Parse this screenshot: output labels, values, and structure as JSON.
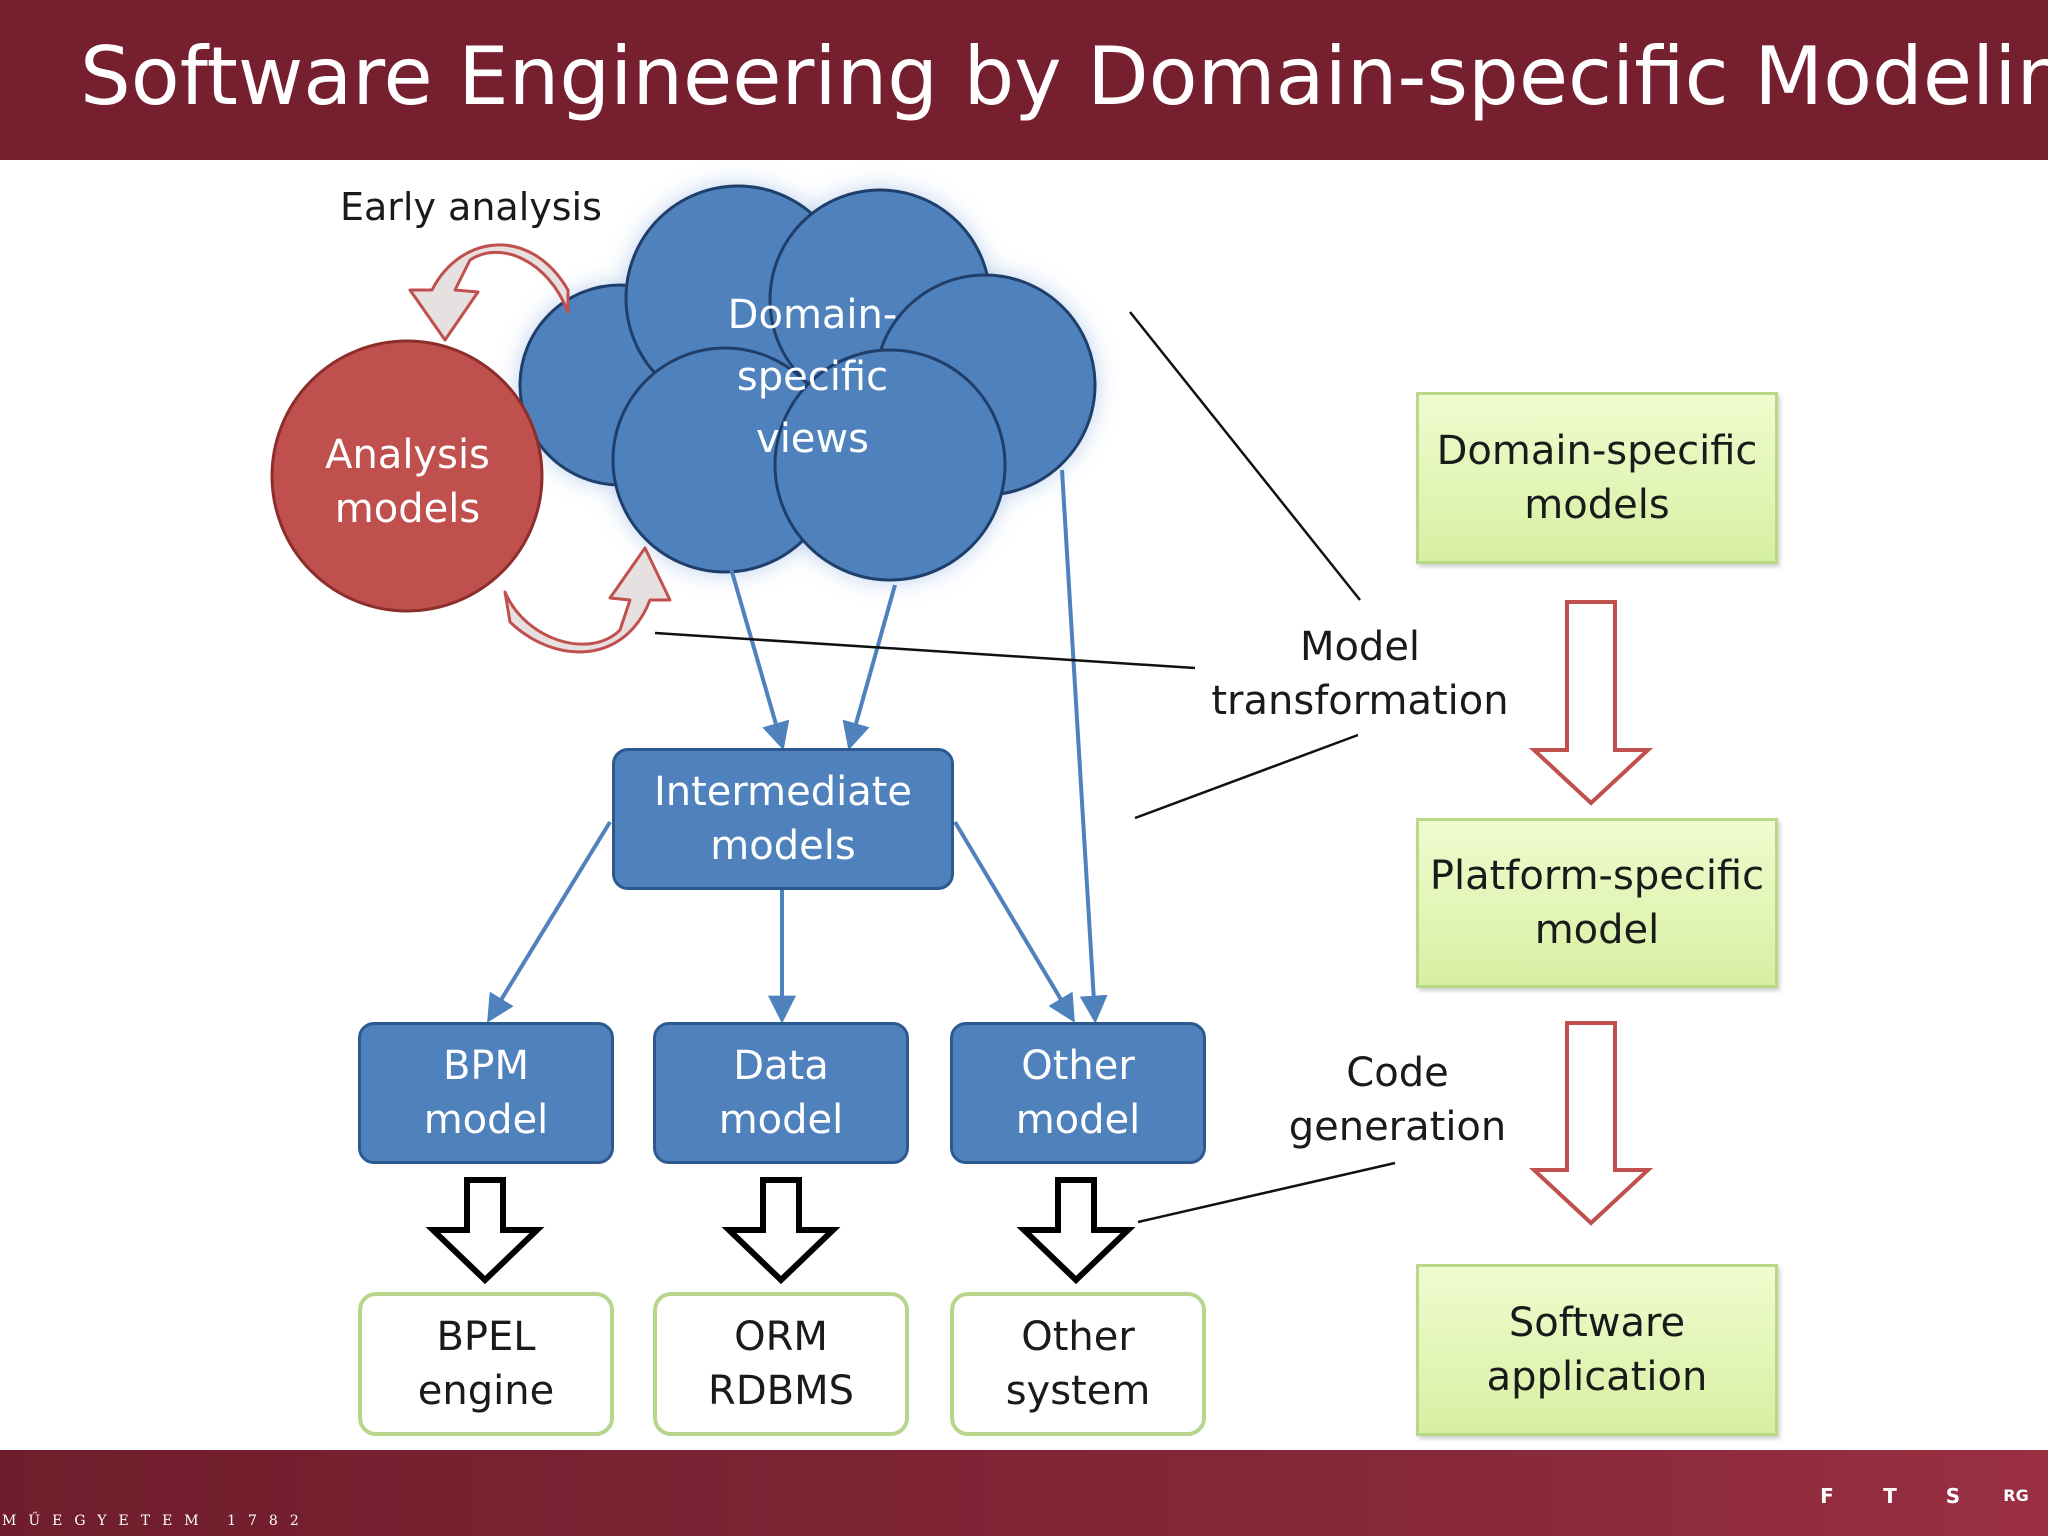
{
  "slide": {
    "title": "Software Engineering by Domain-specific Modeling"
  },
  "diagram": {
    "early_analysis": "Early analysis",
    "analysis_models": [
      "Analysis",
      "models"
    ],
    "domain_views": [
      "Domain-",
      "specific",
      "views"
    ],
    "intermediate": [
      "Intermediate",
      "models"
    ],
    "bpm_model": [
      "BPM",
      "model"
    ],
    "data_model": [
      "Data",
      "model"
    ],
    "other_model": [
      "Other",
      "model"
    ],
    "bpel_engine": [
      "BPEL",
      "engine"
    ],
    "orm_rdbms": [
      "ORM",
      "RDBMS"
    ],
    "other_system": [
      "Other",
      "system"
    ],
    "model_transformation": [
      "Model",
      "transformation"
    ],
    "code_generation": [
      "Code",
      "generation"
    ],
    "domain_specific_models": [
      "Domain-specific",
      "models"
    ],
    "platform_specific_model": [
      "Platform-specific",
      "model"
    ],
    "software_application": [
      "Software",
      "application"
    ]
  },
  "footer": {
    "university": "MŰEGYETEM 1782",
    "badges": [
      "F",
      "T",
      "S",
      "RG"
    ]
  },
  "colors": {
    "header": "#76202f",
    "cloud": "#4f81bd",
    "analysis": "#c0504d",
    "green_box": "#d7f0a4",
    "red_arrow": "#c0504d"
  }
}
